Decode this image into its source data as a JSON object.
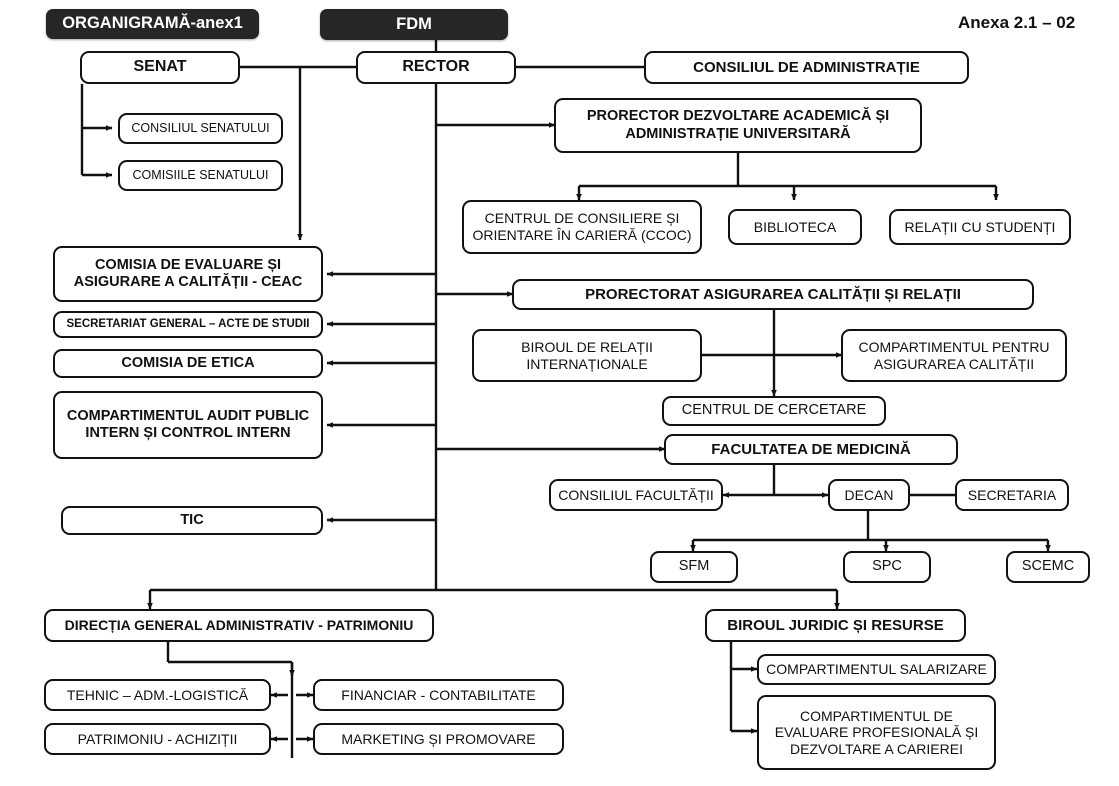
{
  "document": {
    "title": "ORGANIGRAMĂ-anex1",
    "institution": "FDM",
    "annex_label": "Anexa 2.1 – 02",
    "language": "ro",
    "colors": {
      "header_fill": "#262626",
      "header_text": "#ffffff",
      "node_border": "#111111",
      "node_fill": "#ffffff",
      "node_text": "#111111",
      "connector": "#111111",
      "page_background": "#ffffff"
    }
  },
  "headers": [
    {
      "id": "organigrama",
      "label": "ORGANIGRAMĂ-anex1"
    },
    {
      "id": "fdm",
      "label": "FDM"
    }
  ],
  "nodes": [
    {
      "id": "senat",
      "label": "SENAT"
    },
    {
      "id": "rector",
      "label": "RECTOR"
    },
    {
      "id": "consiliul_administratie",
      "label": "CONSILIUL DE ADMINISTRAȚIE"
    },
    {
      "id": "consiliul_senatului",
      "label": "CONSILIUL SENATULUI"
    },
    {
      "id": "comisiile_senatului",
      "label": "COMISIILE SENATULUI"
    },
    {
      "id": "prorector_dezvoltare",
      "label": "PRORECTOR  DEZVOLTARE ACADEMICĂ ȘI ADMINISTRAȚIE UNIVERSITARĂ",
      "line1": "PRORECTOR  DEZVOLTARE ACADEMICĂ ȘI",
      "line2": "ADMINISTRAȚIE UNIVERSITARĂ"
    },
    {
      "id": "ccoc",
      "label": "CENTRUL DE CONSILIERE ȘI ORIENTARE ÎN CARIERĂ (CCOC)",
      "line1": "CENTRUL DE CONSILIERE ȘI",
      "line2": "ORIENTARE ÎN CARIERĂ (CCOC)"
    },
    {
      "id": "biblioteca",
      "label": "BIBLIOTECA"
    },
    {
      "id": "relatii_studenti",
      "label": "RELAȚII CU STUDENȚI"
    },
    {
      "id": "ceac",
      "label": "COMISIA DE EVALUARE ȘI ASIGURARE A CALITĂȚII - CEAC",
      "line1": "COMISIA DE EVALUARE ȘI",
      "line2": "ASIGURARE A CALITĂȚII - CEAC"
    },
    {
      "id": "secretariat_general",
      "label": "SECRETARIAT GENERAL – ACTE DE STUDII"
    },
    {
      "id": "comisia_etica",
      "label": "COMISIA DE ETICA"
    },
    {
      "id": "audit_public",
      "label": "COMPARTIMENTUL AUDIT PUBLIC INTERN ȘI CONTROL INTERN",
      "line1": "COMPARTIMENTUL AUDIT PUBLIC",
      "line2": "INTERN ȘI CONTROL INTERN"
    },
    {
      "id": "tic",
      "label": "TIC"
    },
    {
      "id": "prorectorat_calitate",
      "label": "PRORECTORAT ASIGURAREA CALITĂȚII ȘI RELAȚII"
    },
    {
      "id": "birou_relatii_internationale",
      "label": "BIROUL DE RELAȚII INTERNAȚIONALE",
      "line1": "BIROUL DE RELAȚII",
      "line2": "INTERNAȚIONALE"
    },
    {
      "id": "compartiment_asigurarea_calitatii",
      "label": "COMPARTIMENTUL PENTRU ASIGURAREA CALITĂȚII",
      "line1": "COMPARTIMENTUL PENTRU",
      "line2": "ASIGURAREA CALITĂȚII"
    },
    {
      "id": "centrul_cercetare",
      "label": "CENTRUL DE CERCETARE"
    },
    {
      "id": "facultatea_medicina",
      "label": "FACULTATEA DE MEDICINĂ"
    },
    {
      "id": "consiliul_facultatii",
      "label": "CONSILIUL FACULTĂȚII"
    },
    {
      "id": "decan",
      "label": "DECAN"
    },
    {
      "id": "secretaria",
      "label": "SECRETARIA"
    },
    {
      "id": "sfm",
      "label": "SFM"
    },
    {
      "id": "spc",
      "label": "SPC"
    },
    {
      "id": "scemc",
      "label": "SCEMC"
    },
    {
      "id": "directia_generala",
      "label": "DIRECȚIA GENERAL ADMINISTRATIV - PATRIMONIU"
    },
    {
      "id": "tehnic_logistica",
      "label": "TEHNIC – ADM.-LOGISTICĂ"
    },
    {
      "id": "financiar_contabilitate",
      "label": "FINANCIAR - CONTABILITATE"
    },
    {
      "id": "patrimoniu_achizitii",
      "label": "PATRIMONIU -  ACHIZIȚII"
    },
    {
      "id": "marketing_promovare",
      "label": "MARKETING ȘI PROMOVARE"
    },
    {
      "id": "biroul_juridic",
      "label": "BIROUL JURIDIC ȘI RESURSE"
    },
    {
      "id": "compartiment_salarizare",
      "label": "COMPARTIMENTUL SALARIZARE"
    },
    {
      "id": "compartiment_evaluare",
      "label": "COMPARTIMENTUL DE EVALUARE PROFESIONALĂ ȘI DEZVOLTARE A CARIEREI",
      "line1": "COMPARTIMENTUL DE",
      "line2": "EVALUARE PROFESIONALĂ ȘI",
      "line3": "DEZVOLTARE A CARIEREI"
    }
  ],
  "chart_data": {
    "type": "org-chart",
    "title": "ORGANIGRAMĂ-anex1",
    "root": "FDM",
    "edges": [
      {
        "from": "fdm",
        "to": "rector",
        "style": "solid",
        "arrow": "none"
      },
      {
        "from": "rector",
        "to": "senat",
        "style": "solid",
        "arrow": "none"
      },
      {
        "from": "rector",
        "to": "consiliul_administratie",
        "style": "solid",
        "arrow": "none"
      },
      {
        "from": "senat",
        "to": "consiliul_senatului",
        "style": "solid",
        "arrow": "end"
      },
      {
        "from": "senat",
        "to": "comisiile_senatului",
        "style": "solid",
        "arrow": "end"
      },
      {
        "from": "senat",
        "to": "ceac",
        "style": "solid",
        "arrow": "end"
      },
      {
        "from": "rector",
        "to": "prorector_dezvoltare",
        "style": "solid",
        "arrow": "end"
      },
      {
        "from": "prorector_dezvoltare",
        "to": "ccoc",
        "style": "solid",
        "arrow": "end"
      },
      {
        "from": "prorector_dezvoltare",
        "to": "biblioteca",
        "style": "solid",
        "arrow": "end"
      },
      {
        "from": "prorector_dezvoltare",
        "to": "relatii_studenti",
        "style": "solid",
        "arrow": "end"
      },
      {
        "from": "rector",
        "to": "ceac",
        "style": "solid",
        "arrow": "end"
      },
      {
        "from": "rector",
        "to": "secretariat_general",
        "style": "solid",
        "arrow": "end"
      },
      {
        "from": "rector",
        "to": "comisia_etica",
        "style": "solid",
        "arrow": "end"
      },
      {
        "from": "rector",
        "to": "audit_public",
        "style": "solid",
        "arrow": "end"
      },
      {
        "from": "rector",
        "to": "tic",
        "style": "solid",
        "arrow": "end"
      },
      {
        "from": "rector",
        "to": "prorectorat_calitate",
        "style": "solid",
        "arrow": "end"
      },
      {
        "from": "prorectorat_calitate",
        "to": "birou_relatii_internationale",
        "style": "solid",
        "arrow": "end"
      },
      {
        "from": "prorectorat_calitate",
        "to": "compartiment_asigurarea_calitatii",
        "style": "solid",
        "arrow": "end"
      },
      {
        "from": "prorectorat_calitate",
        "to": "centrul_cercetare",
        "style": "solid",
        "arrow": "end"
      },
      {
        "from": "rector",
        "to": "facultatea_medicina",
        "style": "solid",
        "arrow": "end"
      },
      {
        "from": "facultatea_medicina",
        "to": "consiliul_facultatii",
        "style": "solid",
        "arrow": "end"
      },
      {
        "from": "facultatea_medicina",
        "to": "decan",
        "style": "solid",
        "arrow": "end"
      },
      {
        "from": "decan",
        "to": "secretaria",
        "style": "solid",
        "arrow": "none"
      },
      {
        "from": "decan",
        "to": "sfm",
        "style": "solid",
        "arrow": "end"
      },
      {
        "from": "decan",
        "to": "spc",
        "style": "solid",
        "arrow": "end"
      },
      {
        "from": "decan",
        "to": "scemc",
        "style": "solid",
        "arrow": "end"
      },
      {
        "from": "rector",
        "to": "directia_generala",
        "style": "solid",
        "arrow": "end"
      },
      {
        "from": "rector",
        "to": "biroul_juridic",
        "style": "solid",
        "arrow": "end"
      },
      {
        "from": "directia_generala",
        "to": "tehnic_logistica",
        "style": "solid",
        "arrow": "end"
      },
      {
        "from": "directia_generala",
        "to": "financiar_contabilitate",
        "style": "solid",
        "arrow": "end"
      },
      {
        "from": "directia_generala",
        "to": "patrimoniu_achizitii",
        "style": "solid",
        "arrow": "end"
      },
      {
        "from": "directia_generala",
        "to": "marketing_promovare",
        "style": "solid",
        "arrow": "end"
      },
      {
        "from": "biroul_juridic",
        "to": "compartiment_salarizare",
        "style": "solid",
        "arrow": "end"
      },
      {
        "from": "biroul_juridic",
        "to": "compartiment_evaluare",
        "style": "solid",
        "arrow": "end"
      }
    ]
  }
}
